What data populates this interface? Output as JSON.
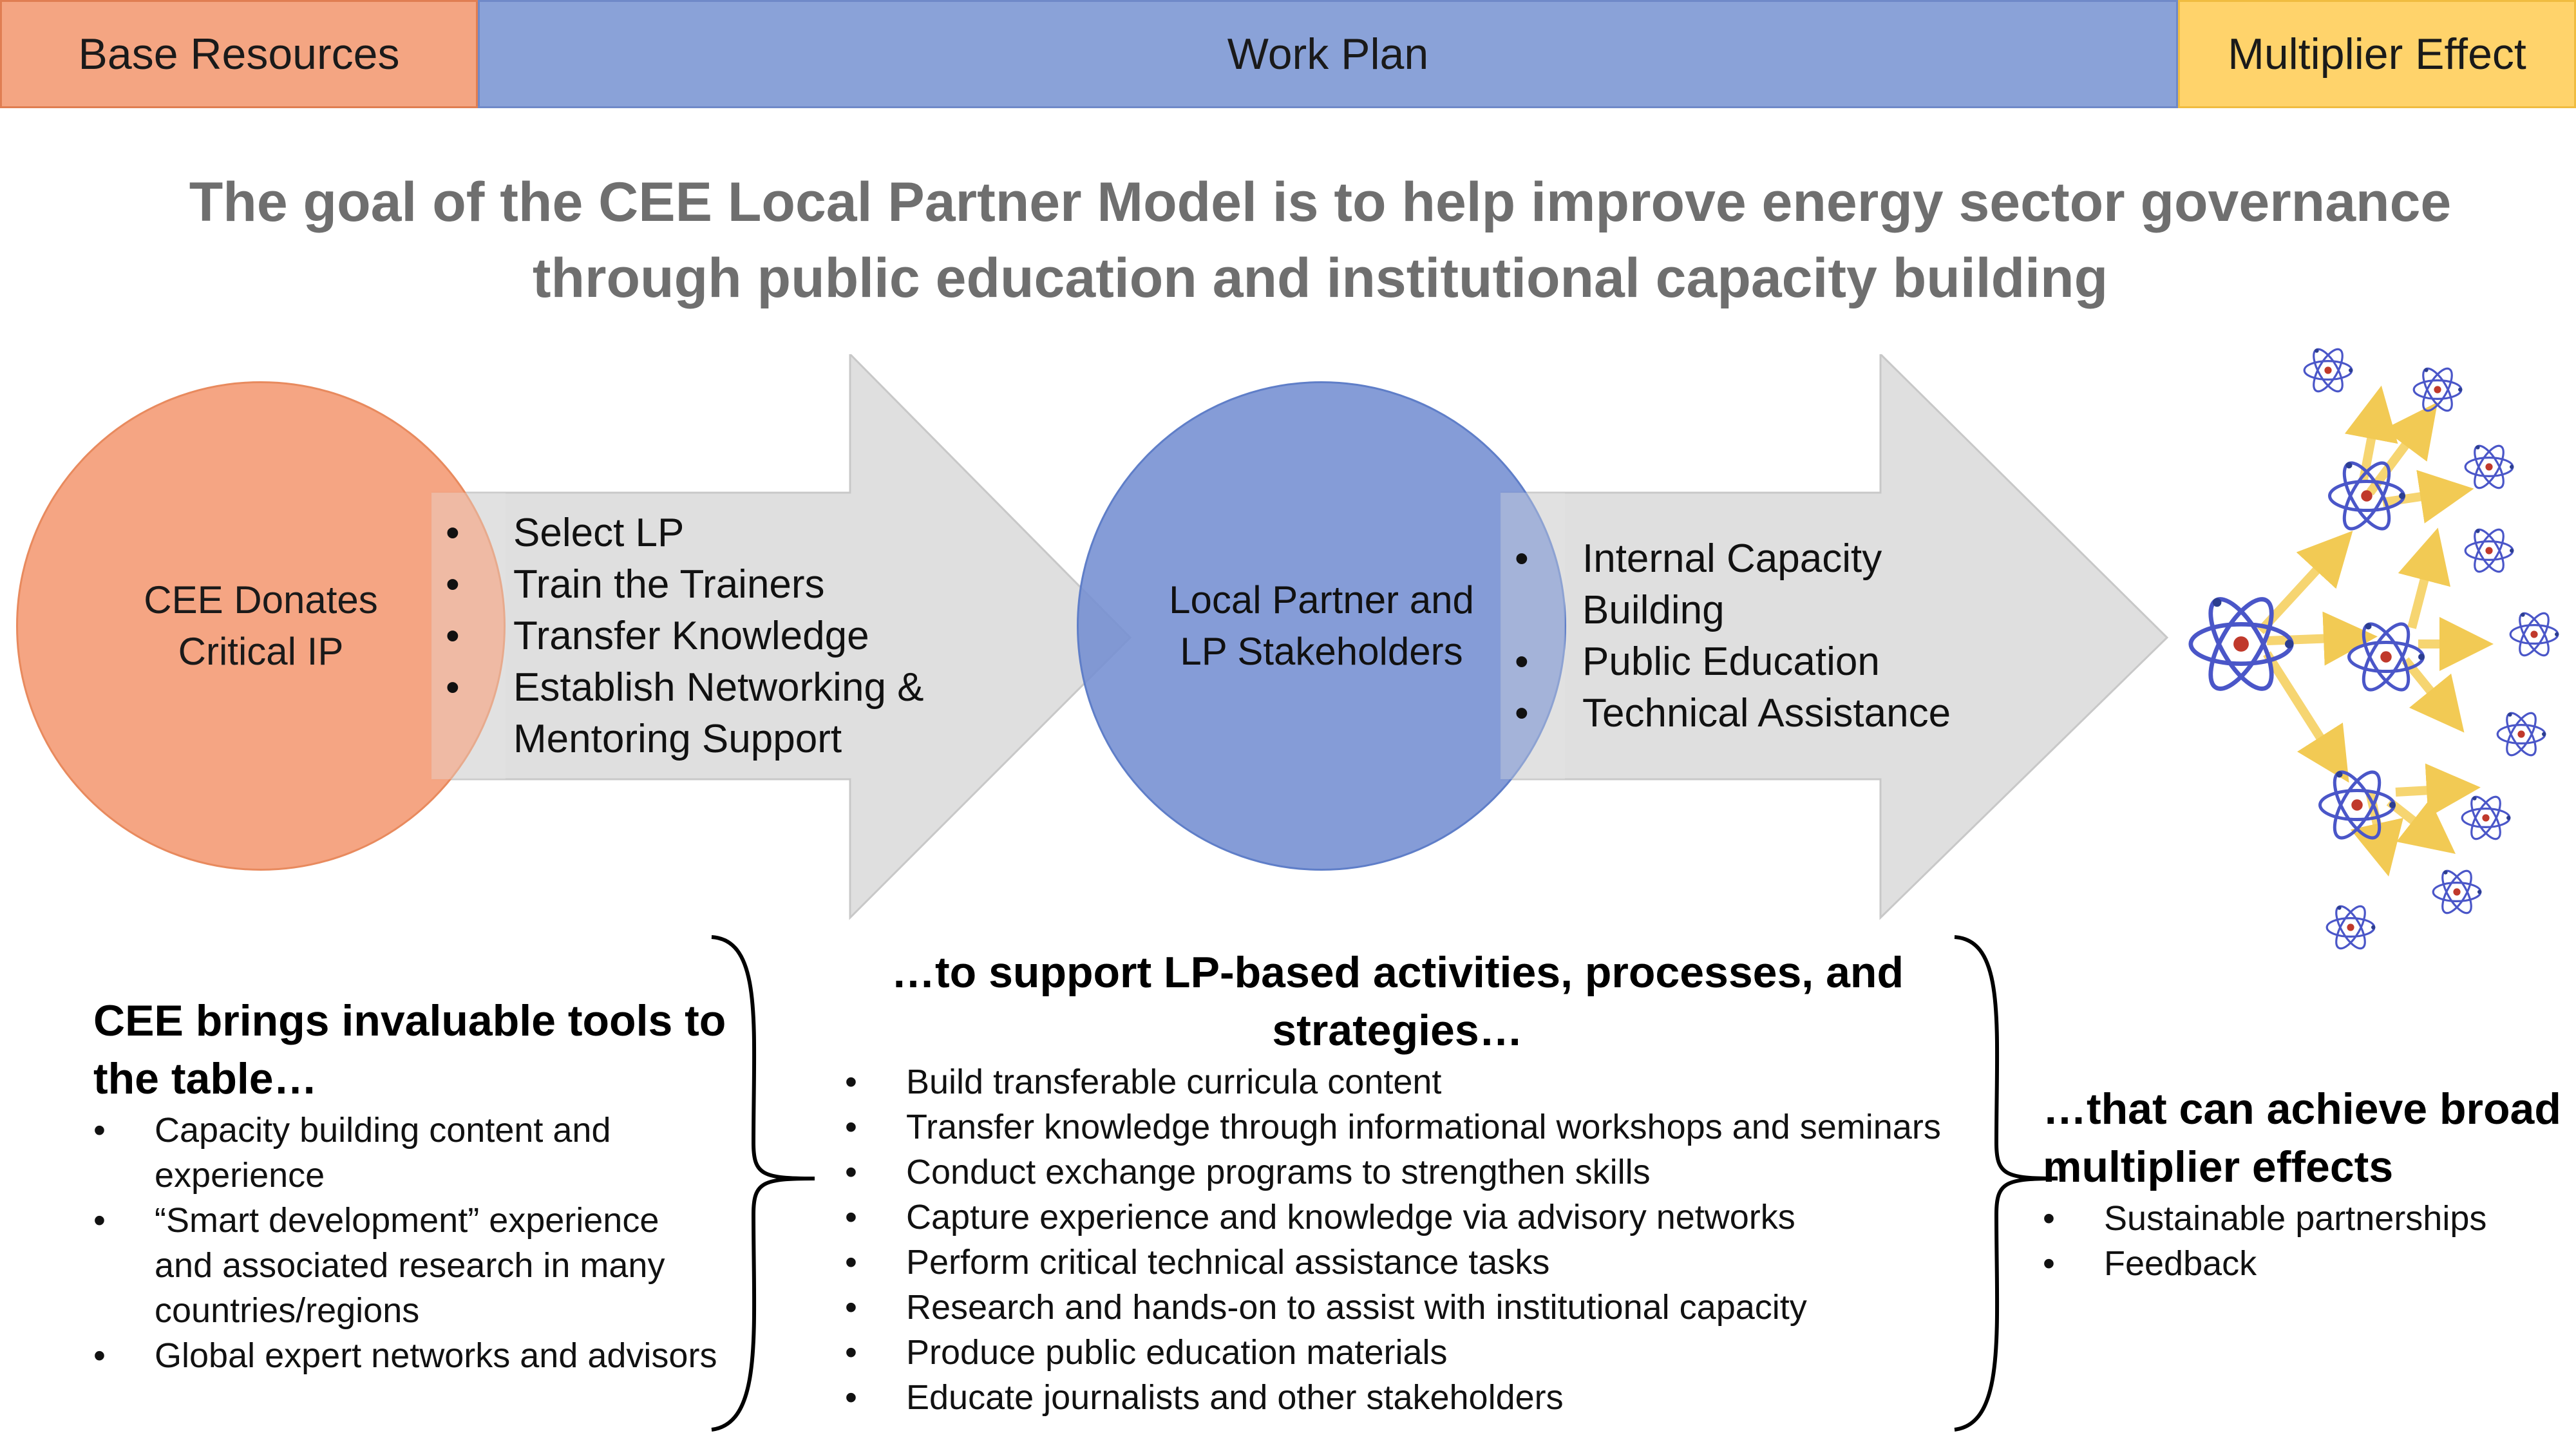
{
  "header": {
    "base_resources": "Base Resources",
    "work_plan": "Work Plan",
    "multiplier_effect": "Multiplier Effect"
  },
  "goal": {
    "line1": "The goal of the CEE Local Partner Model is to help improve energy sector governance",
    "line2": "through public education and institutional capacity building"
  },
  "circle_cee": {
    "line1": "CEE Donates",
    "line2": "Critical IP"
  },
  "arrow1_items": [
    "Select LP",
    "Train the Trainers",
    "Transfer Knowledge",
    "Establish Networking &",
    "Mentoring Support"
  ],
  "circle_lp": {
    "line1": "Local Partner and",
    "line2": "LP Stakeholders"
  },
  "arrow2_items": [
    "Internal Capacity",
    "Building",
    "Public Education",
    "Technical Assistance"
  ],
  "left_block": {
    "title_line1": "CEE brings invaluable tools to",
    "title_line2": "the table…",
    "items": [
      "Capacity building content and",
      "experience",
      "“Smart development” experience",
      "and associated research in many",
      "countries/regions",
      "Global expert networks and advisors"
    ]
  },
  "mid_block": {
    "title_line1": "…to support LP-based activities, processes, and",
    "title_line2": "strategies…",
    "items": [
      "Build transferable curricula content",
      "Transfer knowledge through informational workshops and seminars",
      "Conduct exchange programs to strengthen skills",
      "Capture experience and knowledge via advisory networks",
      "Perform critical technical assistance tasks",
      "Research and hands-on to assist with institutional capacity",
      "Produce public education materials",
      "Educate journalists and other stakeholders"
    ]
  },
  "right_block": {
    "title_line1": "…that can achieve broad",
    "title_line2": "multiplier effects",
    "items": [
      "Sustainable partnerships",
      "Feedback"
    ]
  },
  "colors": {
    "base": "#f4a582",
    "work": "#8aa2d8",
    "multiplier": "#ffd36b",
    "arrow": "#d9d9d9",
    "goal_text": "#6f6f6f"
  },
  "icons": {
    "network": "atom-network-icon"
  }
}
